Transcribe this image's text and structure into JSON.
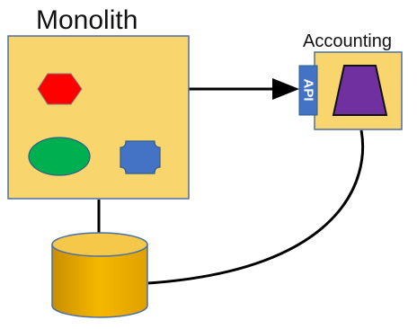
{
  "monolith": {
    "title": "Monolith",
    "fill": "#F9D56E",
    "stroke": "#4A6FA5",
    "components": [
      {
        "name": "hexagon-component",
        "color": "#FF0000",
        "shape": "hexagon"
      },
      {
        "name": "ellipse-component",
        "color": "#00B050",
        "shape": "ellipse"
      },
      {
        "name": "octagon-component",
        "color": "#4472C4",
        "shape": "octagon"
      }
    ]
  },
  "accounting": {
    "title": "Accounting",
    "fill": "#F9D56E",
    "api_label": "API",
    "api_color": "#4472C4",
    "component": {
      "name": "trapezoid-component",
      "color": "#7030A0",
      "shape": "trapezoid"
    }
  },
  "database": {
    "shape": "cylinder",
    "color": "#E8A800"
  },
  "connections": [
    {
      "from": "monolith",
      "to": "accounting-api",
      "style": "arrow"
    },
    {
      "from": "monolith",
      "to": "database",
      "style": "line"
    },
    {
      "from": "accounting",
      "to": "database",
      "style": "curve"
    }
  ]
}
